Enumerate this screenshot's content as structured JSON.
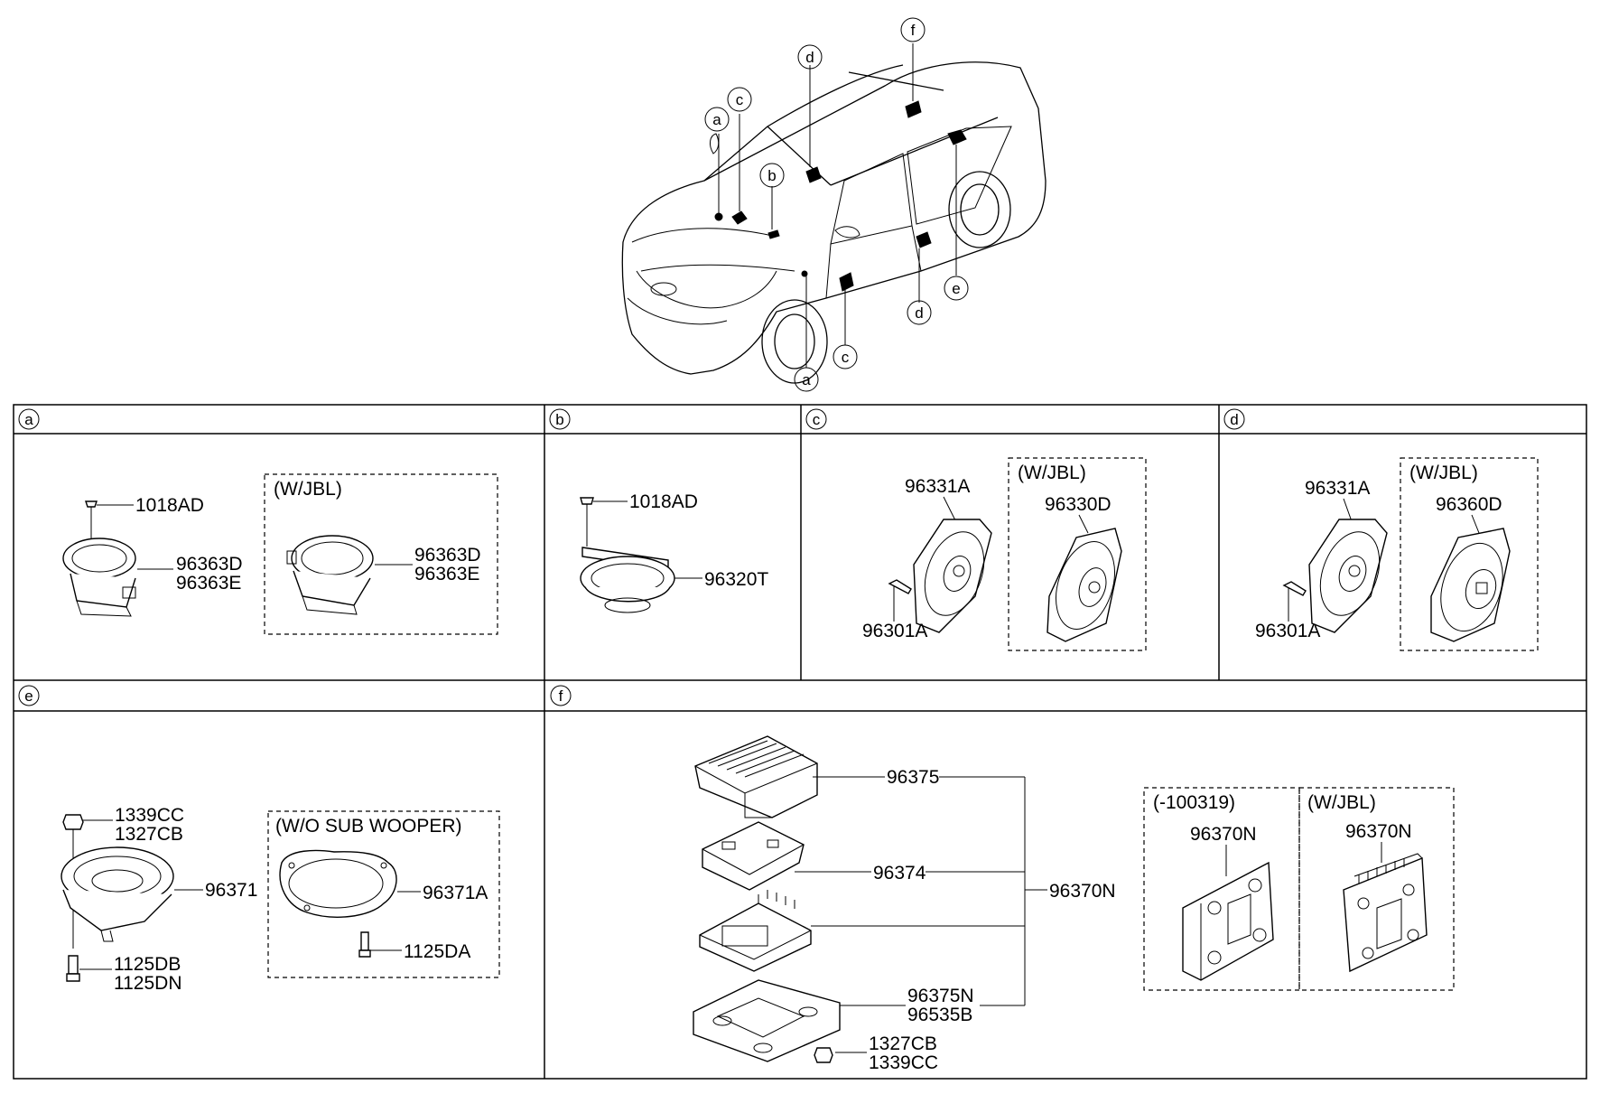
{
  "car_callouts": [
    "a",
    "c",
    "d",
    "f",
    "b",
    "e",
    "d",
    "c",
    "a"
  ],
  "sections": {
    "a": {
      "letter": "a",
      "parts": [
        "1018AD",
        "96363D",
        "96363E"
      ],
      "variant": {
        "title": "(W/JBL)",
        "parts": [
          "96363D",
          "96363E"
        ]
      }
    },
    "b": {
      "letter": "b",
      "parts": [
        "1018AD",
        "96320T"
      ]
    },
    "c": {
      "letter": "c",
      "parts": [
        "96331A",
        "96301A"
      ],
      "variant": {
        "title": "(W/JBL)",
        "parts": [
          "96330D"
        ]
      }
    },
    "d": {
      "letter": "d",
      "parts": [
        "96331A",
        "96301A"
      ],
      "variant": {
        "title": "(W/JBL)",
        "parts": [
          "96360D"
        ]
      }
    },
    "e": {
      "letter": "e",
      "parts": [
        "1339CC",
        "1327CB",
        "96371",
        "1125DB",
        "1125DN"
      ],
      "variant": {
        "title": "(W/O SUB WOOPER)",
        "parts": [
          "96371A",
          "1125DA"
        ]
      }
    },
    "f": {
      "letter": "f",
      "parts": [
        "96375",
        "96374",
        "96370N",
        "96375N",
        "96535B",
        "1327CB",
        "1339CC"
      ],
      "variant_left": {
        "title": "(-100319)",
        "parts": [
          "96370N"
        ]
      },
      "variant_right": {
        "title": "(W/JBL)",
        "parts": [
          "96370N"
        ]
      }
    }
  }
}
